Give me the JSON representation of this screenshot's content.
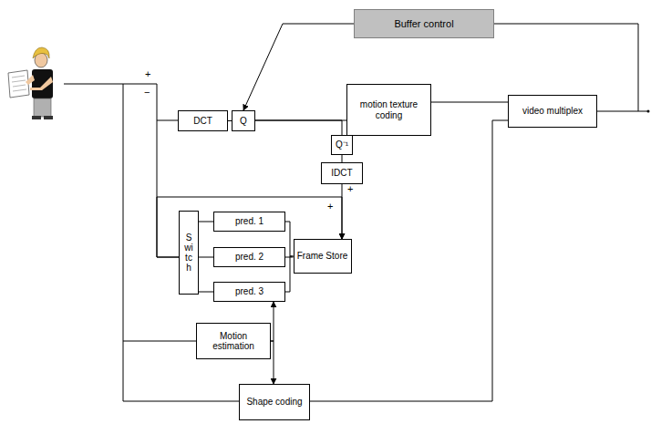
{
  "diagram": {
    "nodes": [
      {
        "text": [
          "Buffer control"
        ]
      },
      {
        "text": [
          "DCT"
        ]
      },
      {
        "text": [
          "Q"
        ]
      },
      {
        "text": [
          "motion texture coding"
        ]
      },
      {
        "text": [
          "video multiplex"
        ]
      },
      {
        "text": [
          "Q⁻¹"
        ]
      },
      {
        "text": [
          "IDCT"
        ]
      },
      {
        "text": [
          "Switch"
        ]
      },
      {
        "text": [
          "pred. 1"
        ]
      },
      {
        "text": [
          "pred. 2"
        ]
      },
      {
        "text": [
          "pred. 3"
        ]
      },
      {
        "text": [
          "Frame Store"
        ]
      },
      {
        "text": [
          "Motion estimation"
        ]
      },
      {
        "text": [
          "Shape coding"
        ]
      }
    ],
    "edges": [
      {
        "from": 1,
        "to": 2,
        "arrow": "none"
      },
      {
        "from": 2,
        "to": 3,
        "arrow": "none"
      },
      {
        "from": 3,
        "to": 4,
        "arrow": "none"
      },
      {
        "from": 4,
        "to": 0,
        "arrow": "none"
      },
      {
        "from": 0,
        "to": 2,
        "arrow": "to"
      },
      {
        "from": 2,
        "to": 5,
        "arrow": "none"
      },
      {
        "from": 5,
        "to": 6,
        "arrow": "none"
      },
      {
        "from": 6,
        "to": 11,
        "arrow": "to"
      },
      {
        "from": 7,
        "to": 11,
        "arrow": "to"
      },
      {
        "from": 7,
        "to": 1,
        "arrow": "none"
      },
      {
        "from": 11,
        "to": 8,
        "arrow": "none"
      },
      {
        "from": 11,
        "to": 9,
        "arrow": "none"
      },
      {
        "from": 11,
        "to": 10,
        "arrow": "none"
      },
      {
        "from": 8,
        "to": 7,
        "arrow": "none"
      },
      {
        "from": 9,
        "to": 7,
        "arrow": "none"
      },
      {
        "from": 10,
        "to": 7,
        "arrow": "none"
      },
      {
        "from": 12,
        "to": 10,
        "arrow": "to"
      },
      {
        "from": 12,
        "to": 13,
        "arrow": "to"
      },
      {
        "from": 13,
        "to": 4,
        "arrow": "none"
      }
    ],
    "labels": [
      "+",
      "−",
      "+",
      "+"
    ]
  }
}
